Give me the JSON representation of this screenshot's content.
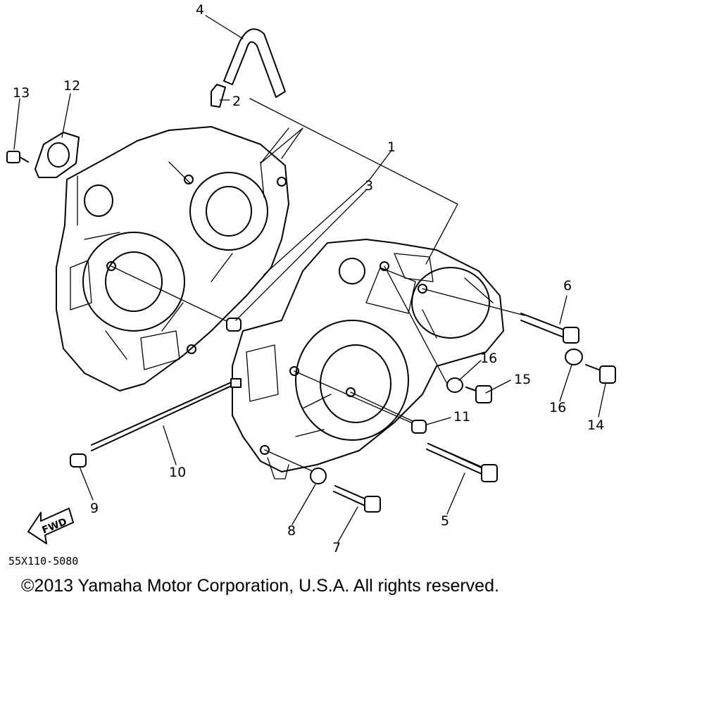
{
  "callouts": [
    "1",
    "2",
    "3",
    "4",
    "5",
    "6",
    "7",
    "8",
    "9",
    "10",
    "11",
    "12",
    "13",
    "14",
    "15",
    "16",
    "16"
  ],
  "direction_arrow": {
    "label": "FWD",
    "icon": "fwd-arrow-icon"
  },
  "diagram_code": "55X110-5080",
  "copyright": "©2013 Yamaha Motor Corporation, U.S.A. All rights reserved."
}
